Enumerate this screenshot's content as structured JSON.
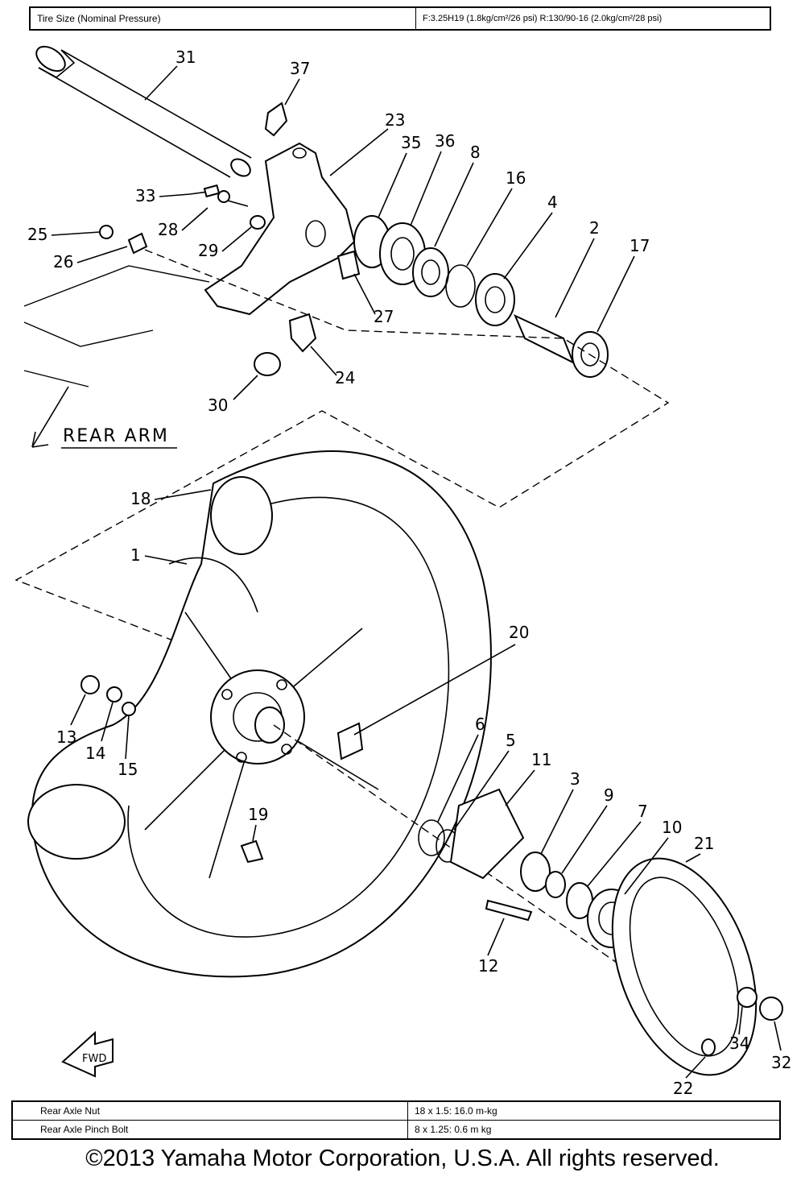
{
  "header": {
    "label": "Tire Size (Nominal Pressure)",
    "value": "F:3.25H19 (1.8kg/cm²/26 psi)  R:130/90-16 (2.0kg/cm²/28 psi)"
  },
  "assembly_label": "REAR ARM",
  "fwd_label": "FWD",
  "callouts": [
    "31",
    "37",
    "23",
    "35",
    "36",
    "8",
    "16",
    "4",
    "2",
    "17",
    "33",
    "28",
    "25",
    "29",
    "26",
    "27",
    "24",
    "30",
    "18",
    "1",
    "20",
    "13",
    "14",
    "15",
    "6",
    "5",
    "11",
    "3",
    "9",
    "7",
    "10",
    "21",
    "19",
    "12",
    "34",
    "32",
    "22"
  ],
  "specs": [
    {
      "item": "Rear Axle Nut",
      "value": "18 x 1.5: 16.0 m-kg"
    },
    {
      "item": "Rear Axle Pinch Bolt",
      "value": "8 x 1.25: 0.6 m kg"
    }
  ],
  "copyright": "©2013 Yamaha Motor Corporation, U.S.A. All rights reserved."
}
